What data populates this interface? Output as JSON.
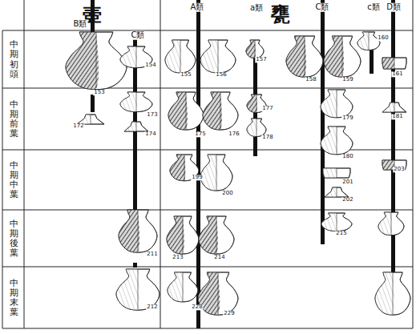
{
  "diagram": {
    "nodes": [
      {
        "text": [
          "壺"
        ]
      },
      {
        "text": [
          "甕"
        ]
      },
      {
        "text": [
          "中期初頭"
        ]
      },
      {
        "text": [
          "中期前葉"
        ]
      },
      {
        "text": [
          "中期中葉"
        ]
      },
      {
        "text": [
          "中期後葉"
        ]
      },
      {
        "text": [
          "中期末葉"
        ]
      }
    ],
    "labels": [
      "B類",
      "C類",
      "A類",
      "a類",
      "C類",
      "c類",
      "D類",
      "153",
      "154",
      "155",
      "156",
      "157",
      "158",
      "159",
      "160",
      "161",
      "172",
      "173",
      "174",
      "175",
      "176",
      "177",
      "178",
      "179",
      "180",
      "181",
      "199",
      "200",
      "201",
      "202",
      "203",
      "211",
      "212",
      "213",
      "214",
      "215",
      "228",
      "229"
    ]
  }
}
